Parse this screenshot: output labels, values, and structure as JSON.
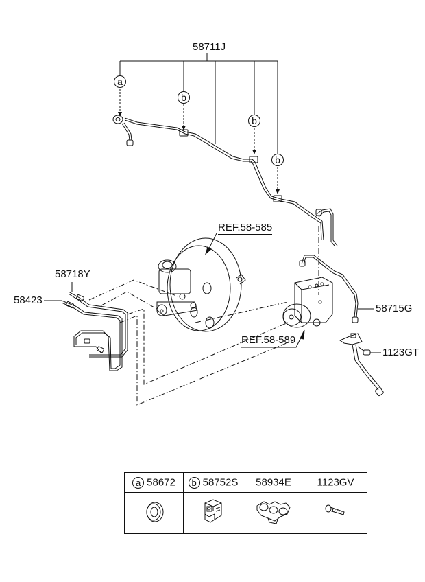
{
  "diagram": {
    "labels": {
      "main_tube": "58711J",
      "ref_booster": "REF.58-585",
      "tube_58718y": "58718Y",
      "tube_58423": "58423",
      "tube_58715g": "58715G",
      "ref_abs": "REF.58-589",
      "bolt_1123gt": "1123GT"
    },
    "callouts": {
      "a": "a",
      "b": "b"
    }
  },
  "legend": {
    "columns": [
      {
        "callout": "a",
        "part_number": "58672",
        "icon": "grommet-icon"
      },
      {
        "callout": "b",
        "part_number": "58752S",
        "icon": "clip-icon"
      },
      {
        "callout": "",
        "part_number": "58934E",
        "icon": "double-clip-icon"
      },
      {
        "callout": "",
        "part_number": "1123GV",
        "icon": "bolt-icon"
      }
    ]
  },
  "colors": {
    "line": "#111111",
    "background": "#ffffff"
  }
}
